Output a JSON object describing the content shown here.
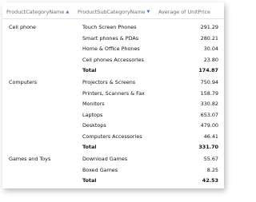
{
  "headers": {
    "category": "ProductCategoryName",
    "subcategory": "ProductSubCategoryName",
    "price": "Average of UnitPrice"
  },
  "sort_icons": {
    "category": "sort-ascending-icon",
    "subcategory": "sort-descending-icon"
  },
  "groups": [
    {
      "category": "Cell phone",
      "rows": [
        {
          "sub": "Touch Screen Phones",
          "value": "291.29"
        },
        {
          "sub": "Smart phones & PDAs",
          "value": "280.21"
        },
        {
          "sub": "Home & Office Phones",
          "value": "30.04"
        },
        {
          "sub": "Cell phones Accessories",
          "value": "23.80"
        }
      ],
      "total_label": "Total",
      "total": "174.87"
    },
    {
      "category": "Computers",
      "rows": [
        {
          "sub": "Projectors & Screens",
          "value": "750.94"
        },
        {
          "sub": "Printers, Scanners & Fax",
          "value": "158.79"
        },
        {
          "sub": "Monitors",
          "value": "330.82"
        },
        {
          "sub": "Laptops",
          "value": "653.07"
        },
        {
          "sub": "Desktops",
          "value": "479.00"
        },
        {
          "sub": "Computers Accessories",
          "value": "46.41"
        }
      ],
      "total_label": "Total",
      "total": "331.70"
    },
    {
      "category": "Games and Toys",
      "rows": [
        {
          "sub": "Download Games",
          "value": "55.67"
        },
        {
          "sub": "Boxed Games",
          "value": "8.25"
        }
      ],
      "total_label": "Total",
      "total": "42.53"
    }
  ]
}
